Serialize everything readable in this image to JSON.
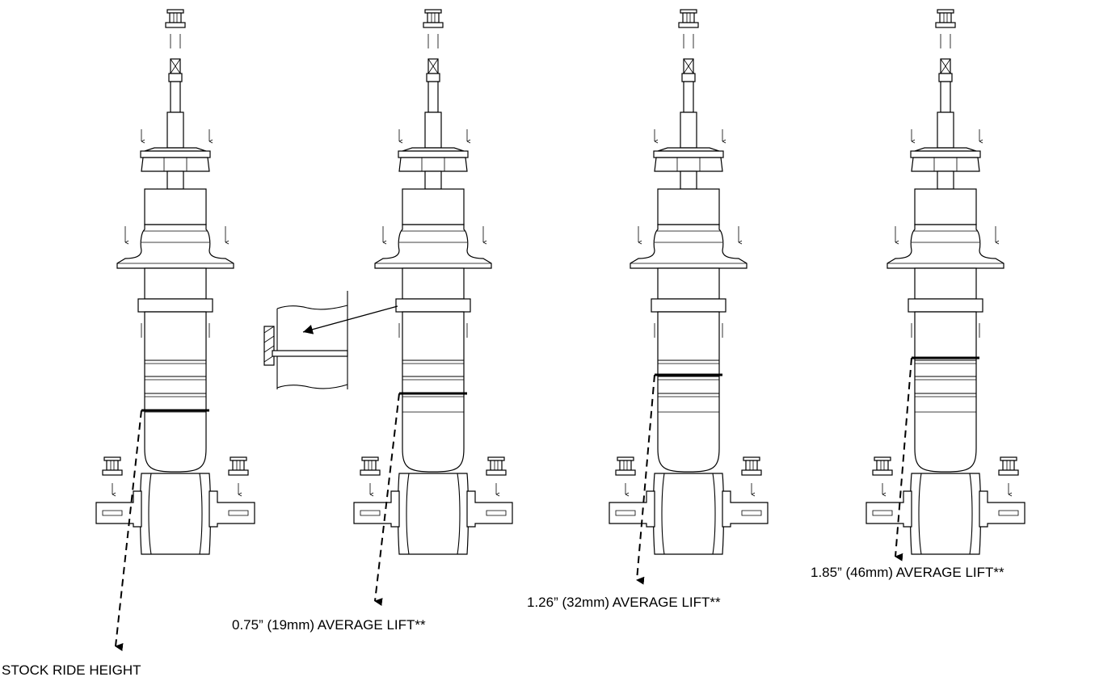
{
  "diagram": {
    "strut_count": 4,
    "callouts": [
      {
        "id": "stock",
        "label": "STOCK RIDE HEIGHT"
      },
      {
        "id": "lift-0-75",
        "label": "0.75” (19mm) AVERAGE LIFT**"
      },
      {
        "id": "lift-1-26",
        "label": "1.26” (32mm) AVERAGE LIFT**"
      },
      {
        "id": "lift-1-85",
        "label": "1.85” (46mm) AVERAGE LIFT**"
      }
    ]
  }
}
